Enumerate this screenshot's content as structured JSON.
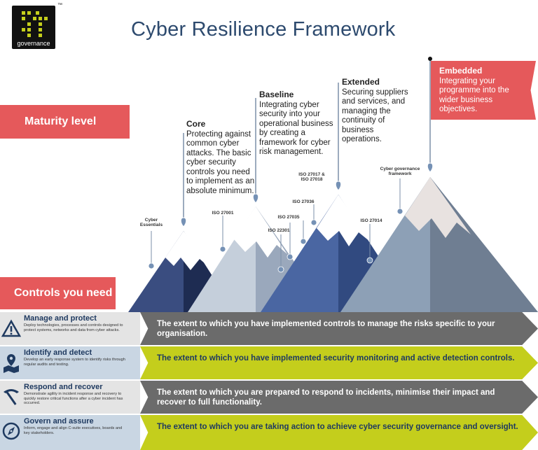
{
  "logo": {
    "text": "governance",
    "tm": "™"
  },
  "title": "Cyber Resilience Framework",
  "ribbons": {
    "maturity": "Maturity level",
    "controls": "Controls you need"
  },
  "levels": {
    "core": {
      "title": "Core",
      "text": "Protecting against common cyber attacks. The basic cyber security controls you need to implement as an absolute minimum."
    },
    "baseline": {
      "title": "Baseline",
      "text": "Integrating cyber security into your operational business by creating a framework for cyber risk management."
    },
    "extended": {
      "title": "Extended",
      "text": "Securing suppliers and services, and managing the continuity of business operations."
    },
    "embedded": {
      "title": "Embedded",
      "text": "Integrating your programme into the wider business objectives."
    }
  },
  "iso_labels": {
    "cyber_essentials": "Cyber Essentials",
    "iso27001": "ISO 27001",
    "iso22301": "ISO 22301",
    "iso27035": "ISO 27035",
    "iso27036": "ISO 27036",
    "iso27017": "ISO 27017 & ISO 27018",
    "iso27014": "ISO 27014",
    "cgf": "Cyber governance framework"
  },
  "controls": [
    {
      "title": "Manage and protect",
      "desc": "Deploy technologies, processes and controls designed to protect systems, networks and data from cyber attacks.",
      "band": "The extent to which you have implemented controls to manage the risks specific to your organisation.",
      "icon": "warning-icon"
    },
    {
      "title": "Identify and detect",
      "desc": "Develop an early response system to identify risks through regular audits and testing.",
      "band": "The extent to which you have implemented security monitoring and active detection controls.",
      "icon": "map-pin-icon"
    },
    {
      "title": "Respond and recover",
      "desc": "Demonstrate agility in incident response and recovery to quickly restore critical functions after a cyber incident has occurred.",
      "band": "The extent to which you are prepared to respond to incidents, minimise their impact and recover to full functionality.",
      "icon": "pickaxe-icon"
    },
    {
      "title": "Govern and assure",
      "desc": "Inform, engage and align C-suite executives, boards and key stakeholders.",
      "band": "The extent to which you are taking action to achieve cyber security governance and oversight.",
      "icon": "compass-icon"
    }
  ],
  "colors": {
    "red": "#e5595b",
    "navy": "#1f3a60",
    "gray_band": "#6b6b6b",
    "lime_band": "#c4ce1c",
    "left_gray": "#e4e4e4",
    "left_blue": "#c9d6e3"
  }
}
